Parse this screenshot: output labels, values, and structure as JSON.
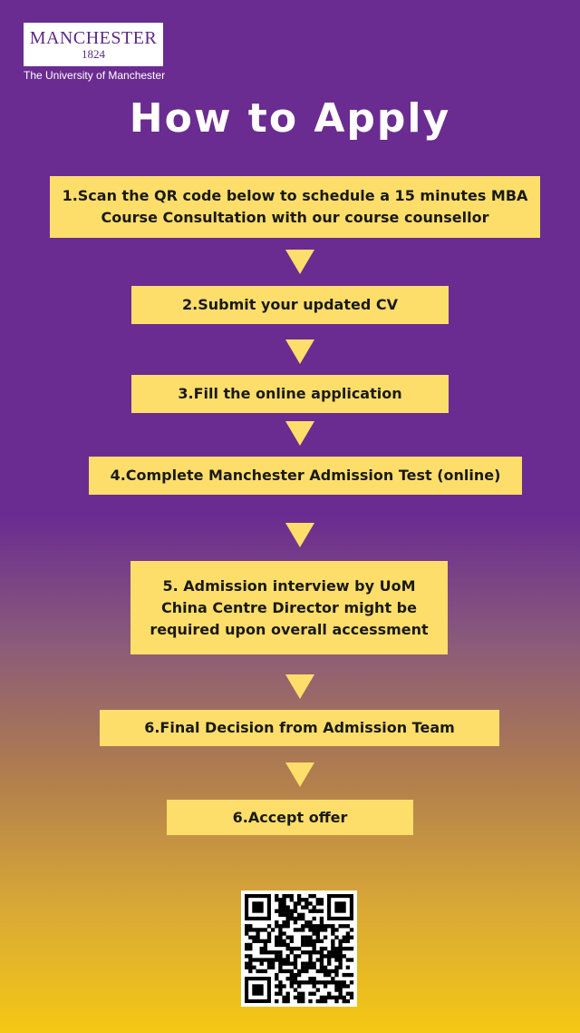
{
  "logo": {
    "wordmark": "MANCHESTER",
    "year": "1824",
    "subtitle": "The University of Manchester"
  },
  "title": "How to Apply",
  "steps": [
    {
      "text": "1.Scan the QR code below to schedule a 15 minutes MBA Course Consultation with our course counsellor"
    },
    {
      "text": "2.Submit your updated CV"
    },
    {
      "text": "3.Fill the online application"
    },
    {
      "text": "4.Complete Manchester Admission Test (online)"
    },
    {
      "text": "5. Admission interview by UoM China Centre Director might be required upon overall accessment"
    },
    {
      "text": "6.Final Decision from Admission Team"
    },
    {
      "text": "6.Accept offer"
    }
  ],
  "colors": {
    "purple": "#6a2c91",
    "yellow_box": "#fede6b",
    "bottom_yellow": "#f5c814"
  },
  "qr": {
    "icon": "qr-code-icon"
  }
}
